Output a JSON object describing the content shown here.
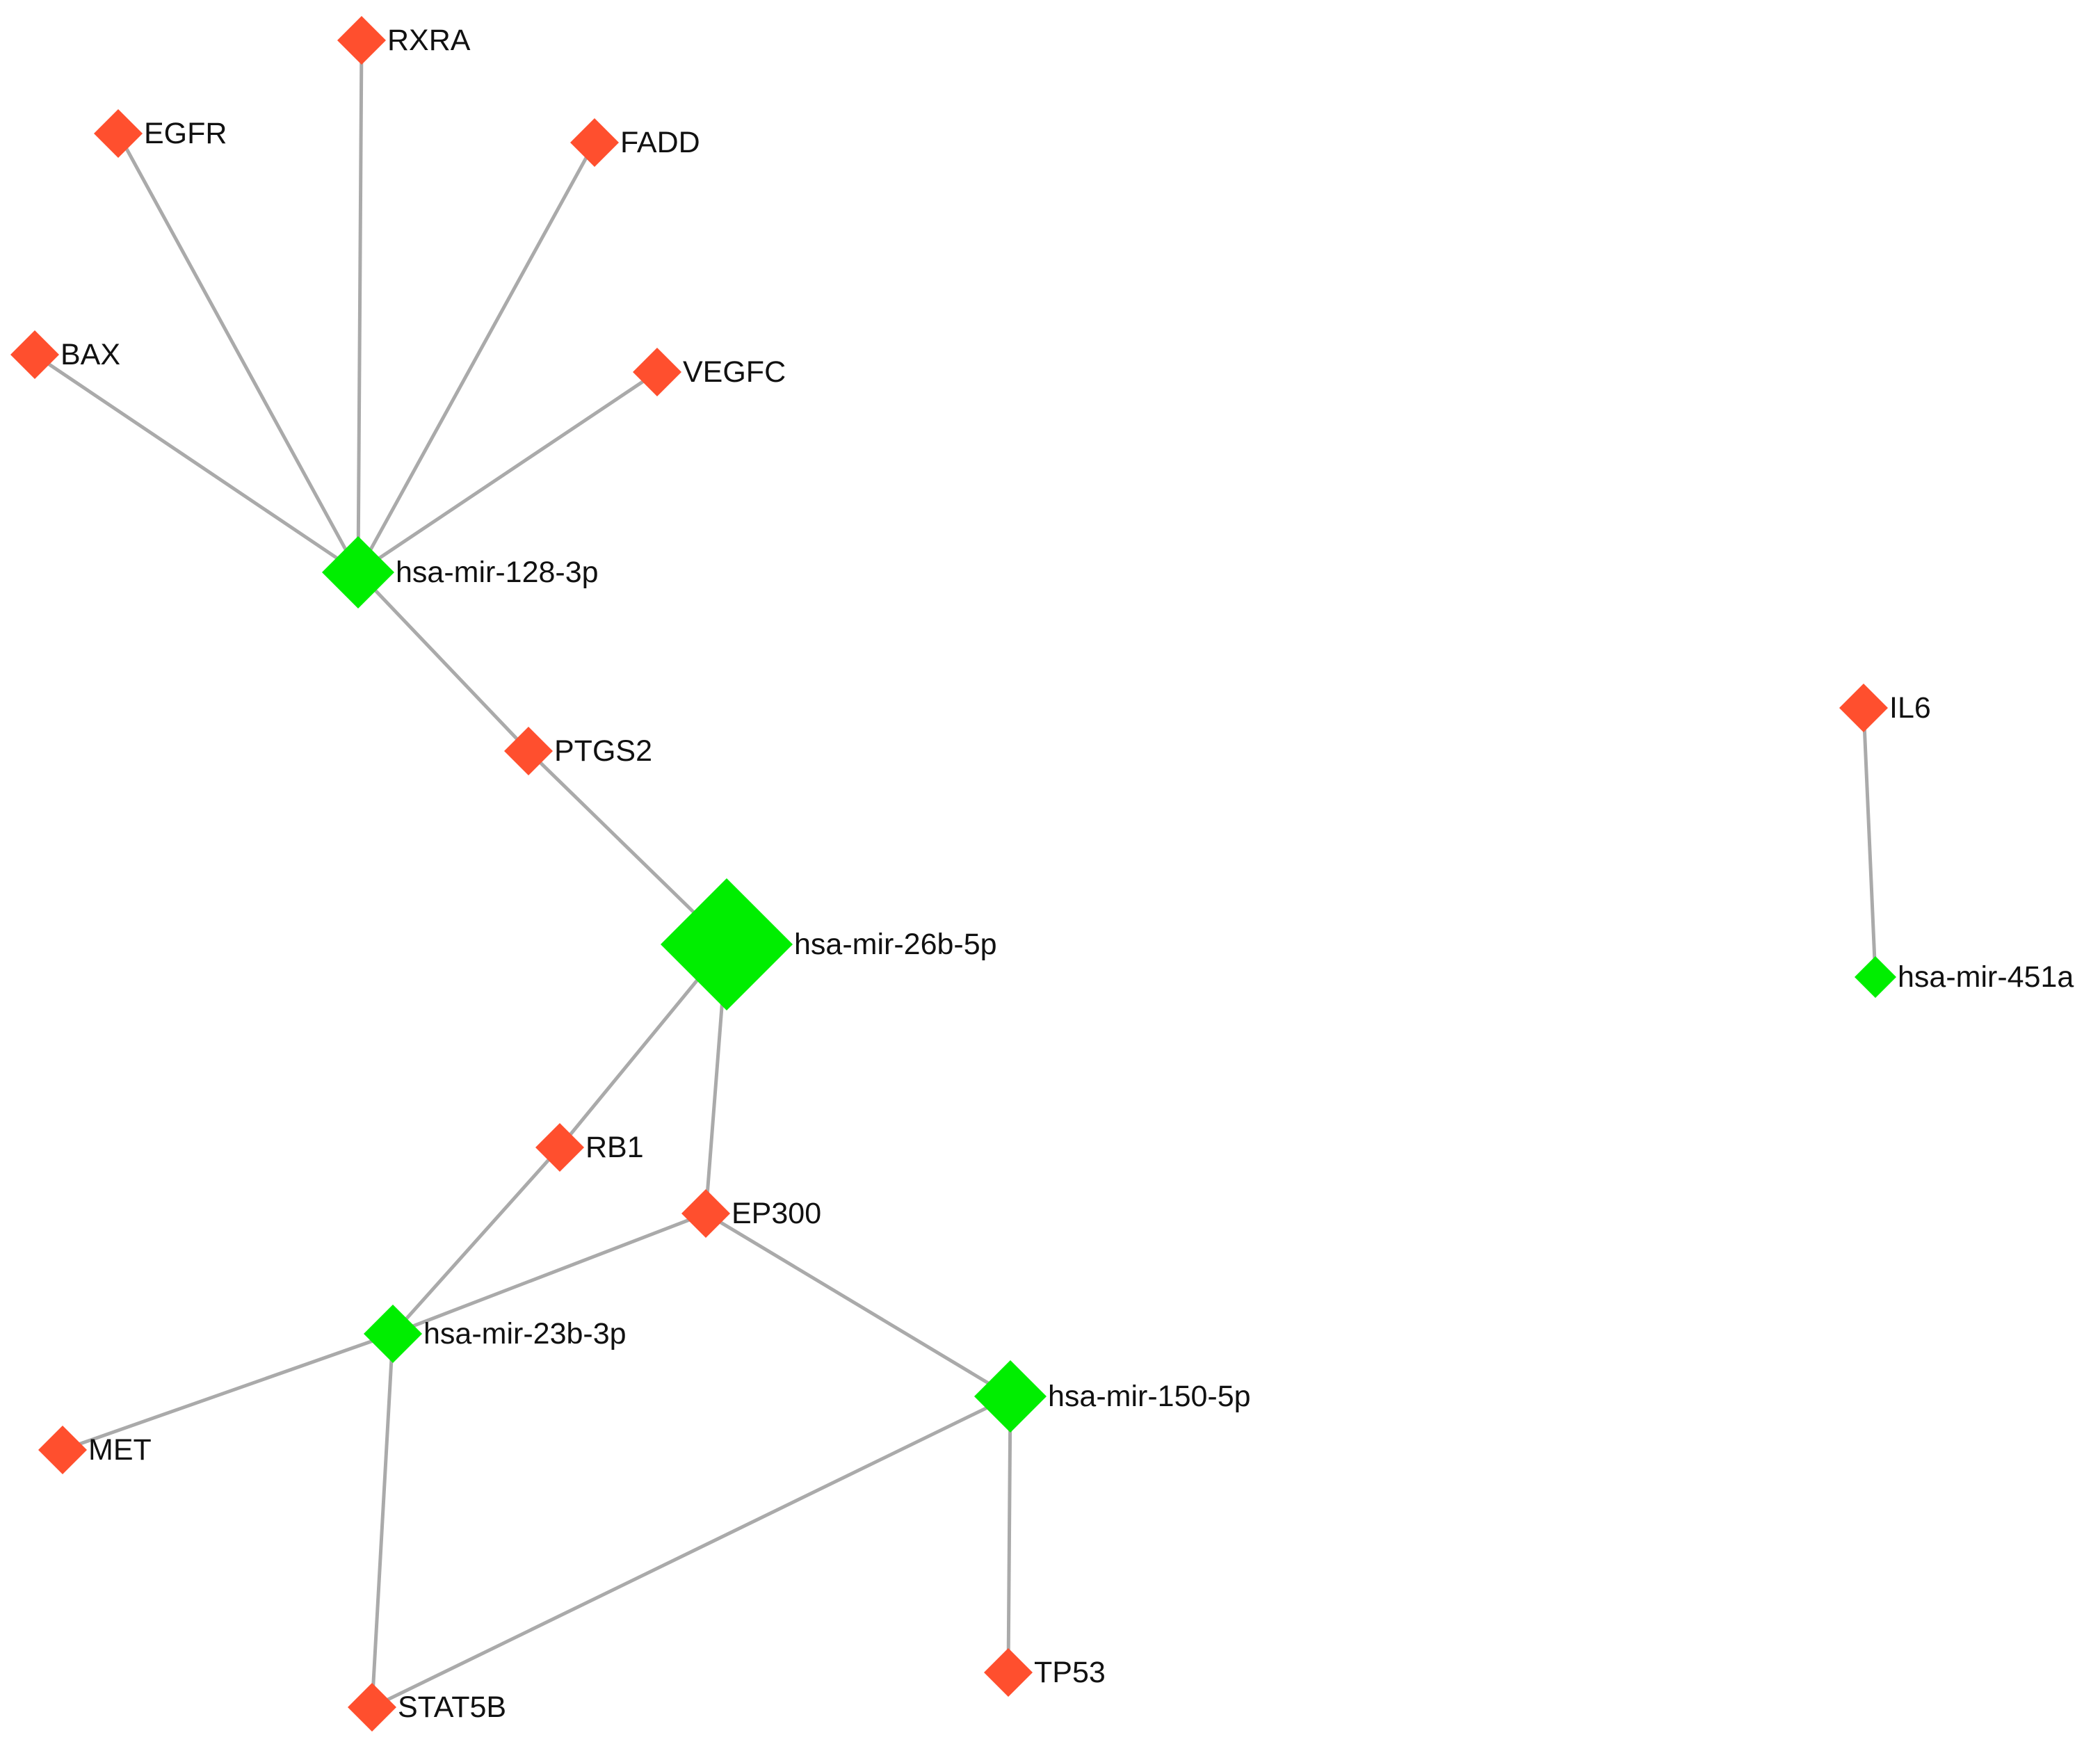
{
  "colors": {
    "mirna": "#00ee00",
    "gene": "#ff4f2e",
    "edge": "#aaaaaa",
    "label": "#111111",
    "background": "#ffffff"
  },
  "nodes": [
    {
      "id": "RXRA",
      "label": "RXRA",
      "type": "gene"
    },
    {
      "id": "EGFR",
      "label": "EGFR",
      "type": "gene"
    },
    {
      "id": "FADD",
      "label": "FADD",
      "type": "gene"
    },
    {
      "id": "BAX",
      "label": "BAX",
      "type": "gene"
    },
    {
      "id": "VEGFC",
      "label": "VEGFC",
      "type": "gene"
    },
    {
      "id": "hsa-mir-128-3p",
      "label": "hsa-mir-128-3p",
      "type": "mirna"
    },
    {
      "id": "PTGS2",
      "label": "PTGS2",
      "type": "gene"
    },
    {
      "id": "hsa-mir-26b-5p",
      "label": "hsa-mir-26b-5p",
      "type": "mirna"
    },
    {
      "id": "RB1",
      "label": "RB1",
      "type": "gene"
    },
    {
      "id": "EP300",
      "label": "EP300",
      "type": "gene"
    },
    {
      "id": "hsa-mir-23b-3p",
      "label": "hsa-mir-23b-3p",
      "type": "mirna"
    },
    {
      "id": "hsa-mir-150-5p",
      "label": "hsa-mir-150-5p",
      "type": "mirna"
    },
    {
      "id": "MET",
      "label": "MET",
      "type": "gene"
    },
    {
      "id": "TP53",
      "label": "TP53",
      "type": "gene"
    },
    {
      "id": "STAT5B",
      "label": "STAT5B",
      "type": "gene"
    },
    {
      "id": "IL6",
      "label": "IL6",
      "type": "gene"
    },
    {
      "id": "hsa-mir-451a",
      "label": "hsa-mir-451a",
      "type": "mirna"
    }
  ],
  "edges": [
    {
      "source": "hsa-mir-128-3p",
      "target": "RXRA"
    },
    {
      "source": "hsa-mir-128-3p",
      "target": "EGFR"
    },
    {
      "source": "hsa-mir-128-3p",
      "target": "FADD"
    },
    {
      "source": "hsa-mir-128-3p",
      "target": "BAX"
    },
    {
      "source": "hsa-mir-128-3p",
      "target": "VEGFC"
    },
    {
      "source": "hsa-mir-128-3p",
      "target": "PTGS2"
    },
    {
      "source": "hsa-mir-26b-5p",
      "target": "PTGS2"
    },
    {
      "source": "hsa-mir-26b-5p",
      "target": "RB1"
    },
    {
      "source": "hsa-mir-26b-5p",
      "target": "EP300"
    },
    {
      "source": "hsa-mir-23b-3p",
      "target": "RB1"
    },
    {
      "source": "hsa-mir-23b-3p",
      "target": "EP300"
    },
    {
      "source": "hsa-mir-23b-3p",
      "target": "MET"
    },
    {
      "source": "hsa-mir-23b-3p",
      "target": "STAT5B"
    },
    {
      "source": "hsa-mir-150-5p",
      "target": "EP300"
    },
    {
      "source": "hsa-mir-150-5p",
      "target": "STAT5B"
    },
    {
      "source": "hsa-mir-150-5p",
      "target": "TP53"
    },
    {
      "source": "hsa-mir-451a",
      "target": "IL6"
    }
  ]
}
